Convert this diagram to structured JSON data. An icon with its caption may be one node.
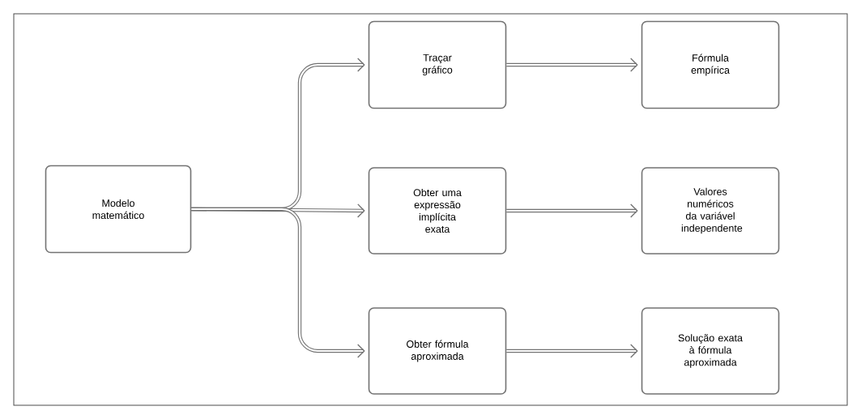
{
  "diagram": {
    "nodes": [
      {
        "text": [
          "Modelo matemático"
        ]
      },
      {
        "text": [
          "Traçar gráfico"
        ]
      },
      {
        "text": [
          "Fórmula empírica"
        ]
      },
      {
        "text": [
          "Obter uma expressão implícita exata"
        ]
      },
      {
        "text": [
          "Valores numéricos da variável independente"
        ]
      },
      {
        "text": [
          "Obter fórmula aproximada"
        ]
      },
      {
        "text": [
          "Solução exata à fórmula aproximada"
        ]
      }
    ],
    "edges": [
      {
        "from": 0,
        "to": 1,
        "arrow": "to"
      },
      {
        "from": 0,
        "to": 3,
        "arrow": "to"
      },
      {
        "from": 0,
        "to": 5,
        "arrow": "to"
      },
      {
        "from": 1,
        "to": 2,
        "arrow": "to"
      },
      {
        "from": 3,
        "to": 4,
        "arrow": "to"
      },
      {
        "from": 5,
        "to": 6,
        "arrow": "to"
      }
    ]
  }
}
